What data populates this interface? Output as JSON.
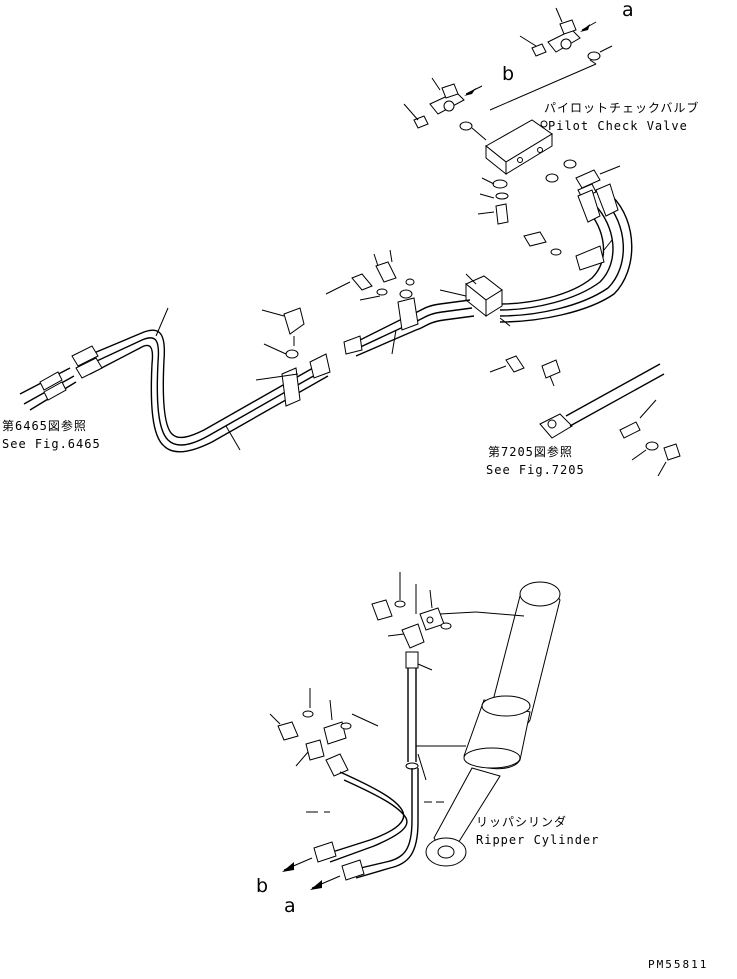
{
  "diagram": {
    "callouts": {
      "top_a": "a",
      "top_b": "b",
      "bottom_b": "b",
      "bottom_a": "a"
    },
    "labels": {
      "pilot_check_valve_jp": "パイロットチェックバルブ",
      "pilot_check_valve_en": "Pilot Check Valve",
      "ref_6465_jp": "第6465図参照",
      "ref_6465_en": "See Fig.6465",
      "ref_7205_jp": "第7205図参照",
      "ref_7205_en": "See Fig.7205",
      "ripper_cylinder_jp": "リッパシリンダ",
      "ripper_cylinder_en": "Ripper Cylinder"
    },
    "drawing_code": "PM55811"
  }
}
